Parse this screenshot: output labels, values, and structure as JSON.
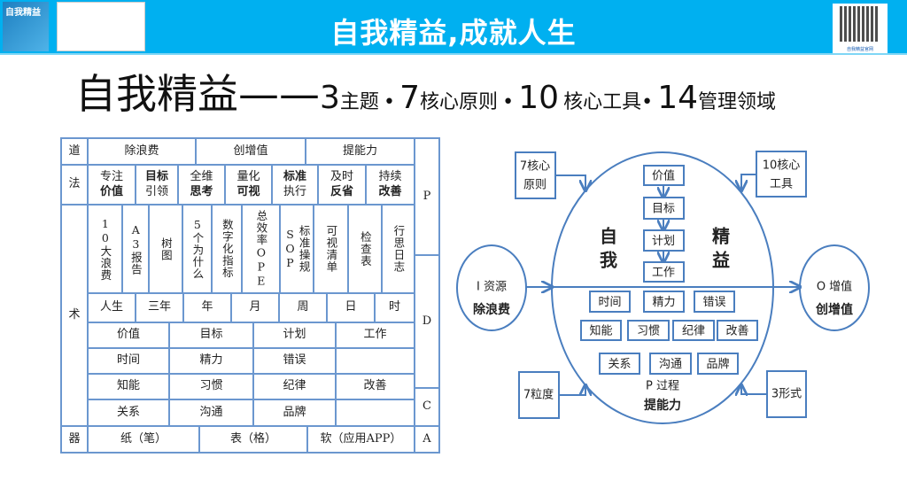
{
  "header": {
    "title": "自我精益,成就人生",
    "book_title": "自我精益",
    "qr_caption": "自我精益官网",
    "brand_color": "#00b0f0"
  },
  "subtitle": {
    "main": "自我精益——",
    "parts": [
      {
        "num": "3",
        "label": "主题"
      },
      {
        "num": "7",
        "label": "核心原则"
      },
      {
        "num": "10",
        "label": "核心工具"
      },
      {
        "num": "14",
        "label": "管理领域"
      }
    ],
    "bullet": "•"
  },
  "table": {
    "row_labels": [
      "道",
      "法",
      "术",
      "器"
    ],
    "pdca": [
      "P",
      "D",
      "C",
      "A"
    ],
    "dao": [
      "除浪费",
      "创增值",
      "提能力"
    ],
    "fa": [
      [
        "专注",
        "价值"
      ],
      [
        "目标",
        "引领"
      ],
      [
        "全维",
        "思考"
      ],
      [
        "量化",
        "可视"
      ],
      [
        "标准",
        "执行"
      ],
      [
        "及时",
        "反省"
      ],
      [
        "持续",
        "改善"
      ]
    ],
    "tools": [
      "10大浪费",
      "A3报告",
      "树图",
      "5个为什么",
      "数字化指标",
      "总效率OPE",
      "标准操规SOP",
      "可视清单",
      "检查表",
      "行思日志"
    ],
    "time": [
      "人生",
      "三年",
      "年",
      "月",
      "周",
      "日",
      "时"
    ],
    "grid": [
      [
        "价值",
        "目标",
        "计划",
        "工作"
      ],
      [
        "时间",
        "精力",
        "错误",
        ""
      ],
      [
        "知能",
        "习惯",
        "纪律",
        "改善"
      ],
      [
        "关系",
        "沟通",
        "品牌",
        ""
      ]
    ],
    "qi": [
      "纸（笔）",
      "表（格）",
      "软（应用APP）"
    ]
  },
  "diagram": {
    "top_left": [
      "7核心",
      "原则"
    ],
    "top_right": [
      "10核心",
      "工具"
    ],
    "bottom_left": "7粒度",
    "bottom_right": "3形式",
    "input": [
      "I 资源",
      "除浪费"
    ],
    "output": [
      "O 增值",
      "创增值"
    ],
    "self": [
      "自",
      "我"
    ],
    "lean": [
      "精",
      "益"
    ],
    "flow": [
      "价值",
      "目标",
      "计划",
      "工作"
    ],
    "row1": [
      "时间",
      "精力",
      "错误"
    ],
    "row2": [
      "知能",
      "习惯",
      "纪律",
      "改善"
    ],
    "row3": [
      "关系",
      "沟通",
      "品牌"
    ],
    "process": "P 过程",
    "process_goal": "提能力",
    "line_color": "#4a7ebf"
  }
}
